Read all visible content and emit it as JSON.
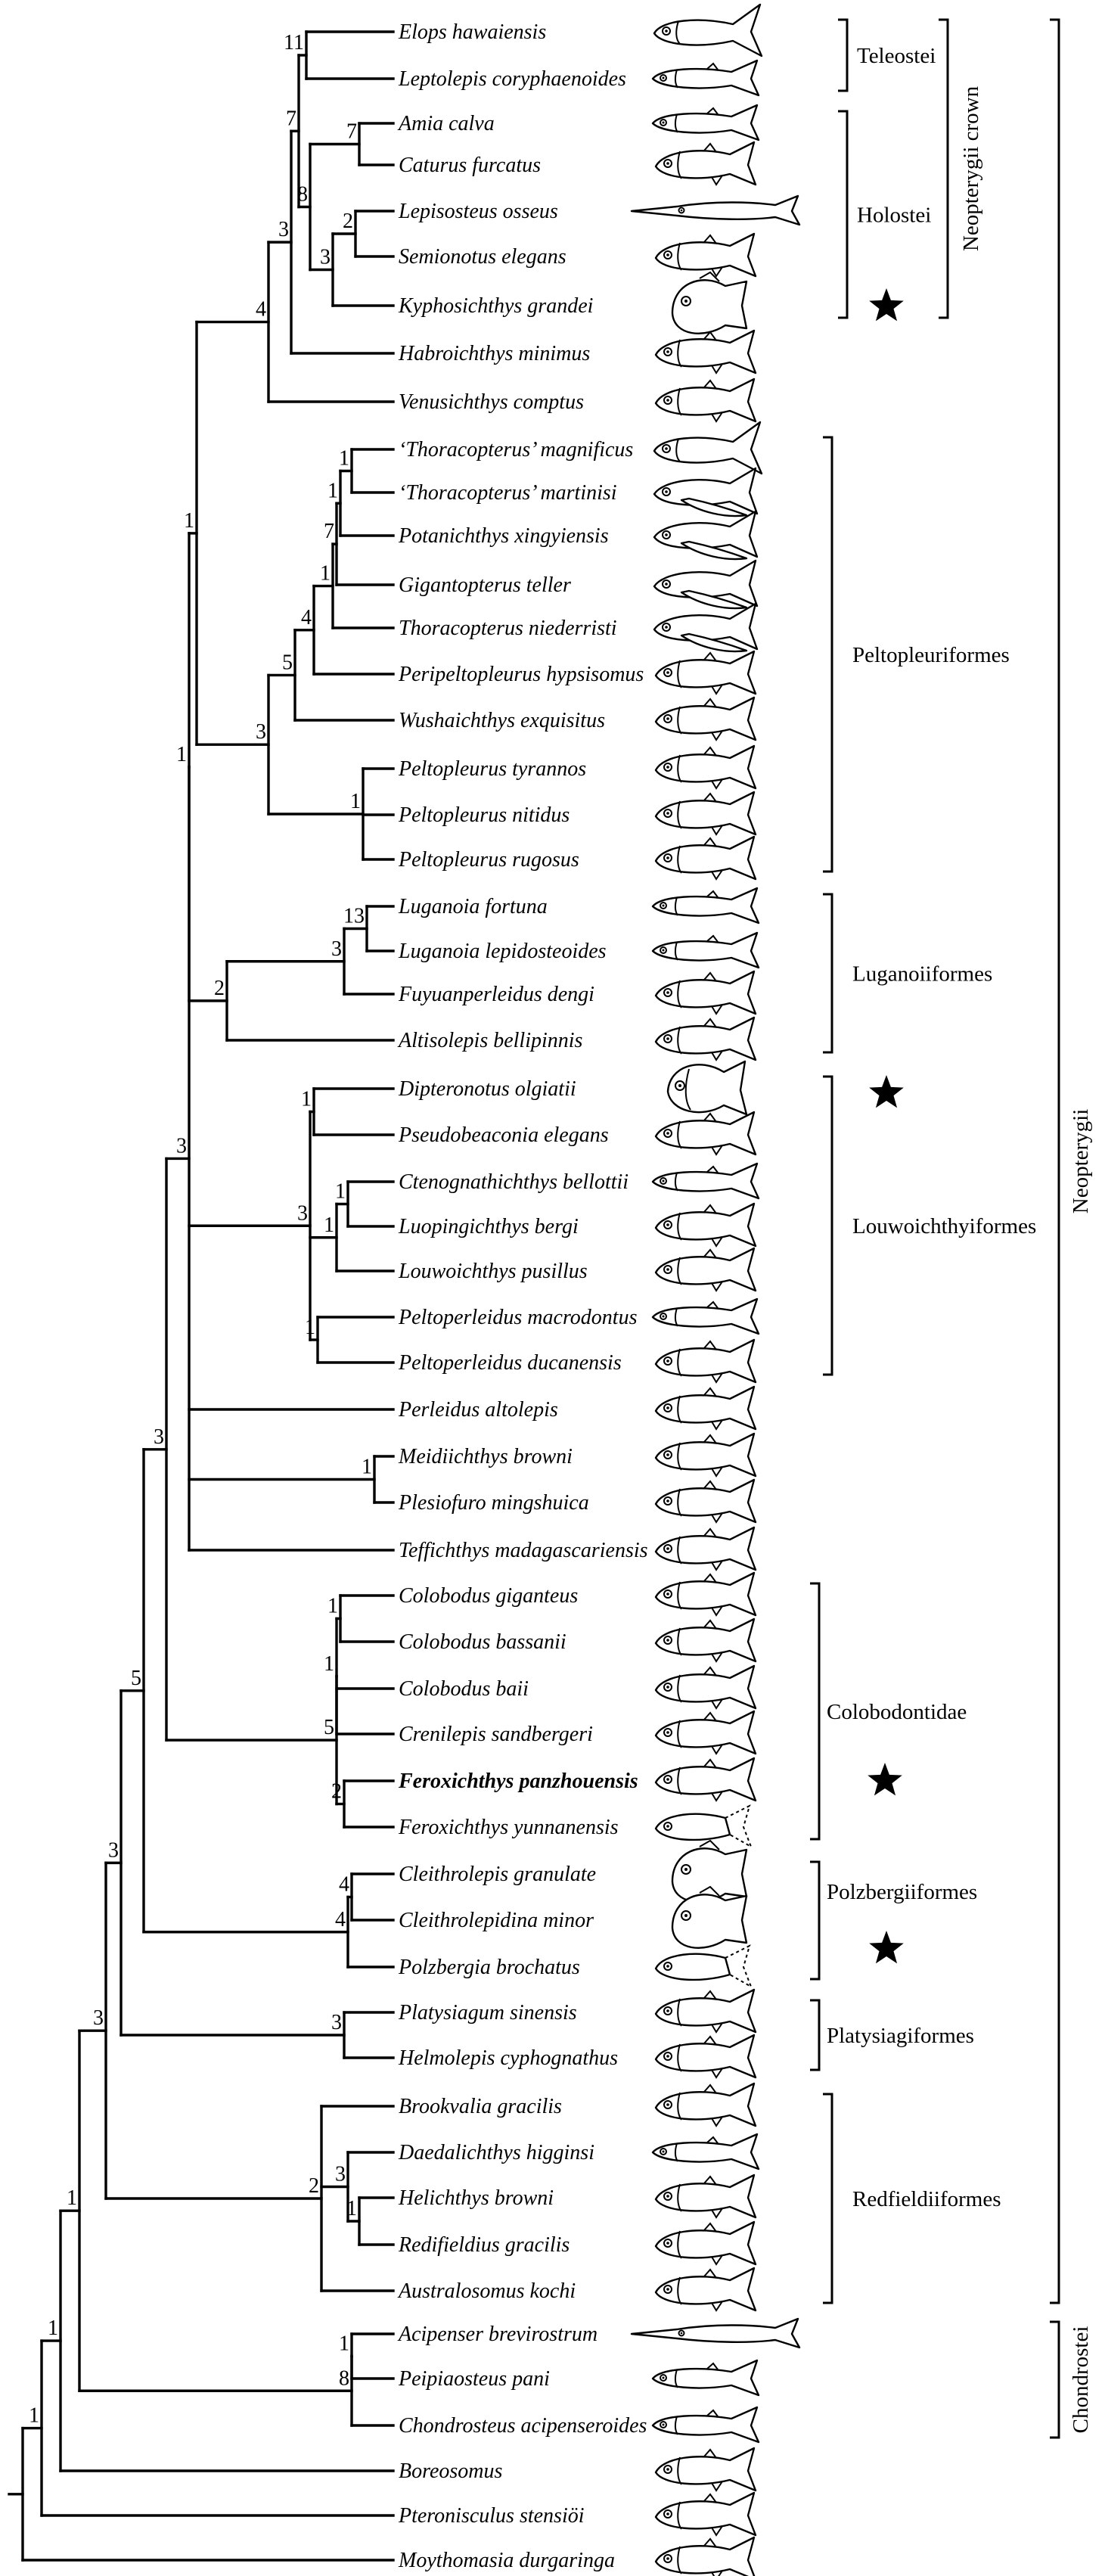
{
  "taxa": [
    {
      "name": "Elops hawaiensis"
    },
    {
      "name": "Leptolepis coryphaenoides"
    },
    {
      "name": "Amia calva"
    },
    {
      "name": "Caturus furcatus"
    },
    {
      "name": "Lepisosteus osseus"
    },
    {
      "name": "Semionotus elegans"
    },
    {
      "name": "Kyphosichthys grandei"
    },
    {
      "name": "Habroichthys minimus"
    },
    {
      "name": "Venusichthys comptus"
    },
    {
      "name": "‘Thoracopterus’ magnificus"
    },
    {
      "name": "‘Thoracopterus’ martinisi"
    },
    {
      "name": "Potanichthys xingyiensis"
    },
    {
      "name": "Gigantopterus teller"
    },
    {
      "name": "Thoracopterus niederristi"
    },
    {
      "name": "Peripeltopleurus hypsisomus"
    },
    {
      "name": "Wushaichthys exquisitus"
    },
    {
      "name": "Peltopleurus tyrannos"
    },
    {
      "name": "Peltopleurus nitidus"
    },
    {
      "name": "Peltopleurus rugosus"
    },
    {
      "name": "Luganoia fortuna"
    },
    {
      "name": "Luganoia lepidosteoides"
    },
    {
      "name": "Fuyuanperleidus dengi"
    },
    {
      "name": "Altisolepis bellipinnis"
    },
    {
      "name": "Dipteronotus olgiatii"
    },
    {
      "name": "Pseudobeaconia elegans"
    },
    {
      "name": "Ctenognathichthys bellottii"
    },
    {
      "name": "Luopingichthys bergi"
    },
    {
      "name": "Louwoichthys pusillus"
    },
    {
      "name": "Peltoperleidus macrodontus"
    },
    {
      "name": "Peltoperleidus ducanensis"
    },
    {
      "name": "Perleidus altolepis"
    },
    {
      "name": "Meidiichthys browni"
    },
    {
      "name": "Plesiofuro mingshuica"
    },
    {
      "name": "Teffichthys madagascariensis"
    },
    {
      "name": "Colobodus giganteus"
    },
    {
      "name": "Colobodus bassanii"
    },
    {
      "name": "Colobodus baii"
    },
    {
      "name": "Crenilepis sandbergeri"
    },
    {
      "name": "Feroxichthys panzhouensis",
      "bold": true
    },
    {
      "name": "Feroxichthys yunnanensis"
    },
    {
      "name": "Cleithrolepis granulate"
    },
    {
      "name": "Cleithrolepidina minor"
    },
    {
      "name": "Polzbergia brochatus"
    },
    {
      "name": "Platysiagum sinensis"
    },
    {
      "name": "Helmolepis cyphognathus"
    },
    {
      "name": "Brookvalia gracilis"
    },
    {
      "name": "Daedalichthys higginsi"
    },
    {
      "name": "Helichthys browni"
    },
    {
      "name": "Redifieldius gracilis"
    },
    {
      "name": "Australosomus kochi"
    },
    {
      "name": "Acipenser brevirostrum"
    },
    {
      "name": "Peipiaosteus pani"
    },
    {
      "name": "Chondrosteus acipenseroides"
    },
    {
      "name": "Boreosomus"
    },
    {
      "name": "Pteronisculus stensiöi"
    },
    {
      "name": "Moythomasia durgaringa"
    }
  ],
  "support_values": [
    "11",
    "7",
    "8",
    "7",
    "2",
    "3",
    "3",
    "4",
    "1",
    "1",
    "1",
    "7",
    "1",
    "4",
    "5",
    "1",
    "3",
    "13",
    "3",
    "2",
    "1",
    "1",
    "3",
    "1",
    "1",
    "3",
    "1",
    "3",
    "1",
    "1",
    "5",
    "2",
    "5",
    "4",
    "4",
    "3",
    "3",
    "3",
    "1",
    "2",
    "1",
    "1",
    "8",
    "1"
  ],
  "groups": [
    {
      "label": "Teleostei",
      "star": false
    },
    {
      "label": "Holostei",
      "star": true
    },
    {
      "label": "Neopterygii crown",
      "star": false
    },
    {
      "label": "Peltopleuriformes",
      "star": false
    },
    {
      "label": "Luganoiiformes",
      "star": false
    },
    {
      "label": "Louwoichthyiformes",
      "star": true
    },
    {
      "label": "Colobodontidae",
      "star": true
    },
    {
      "label": "Polzbergiiformes",
      "star": true
    },
    {
      "label": "Platysiagiformes",
      "star": false
    },
    {
      "label": "Redfieldiiformes",
      "star": false
    },
    {
      "label": "Chondrostei",
      "star": false
    },
    {
      "label": "Neopterygii",
      "star": false
    }
  ]
}
